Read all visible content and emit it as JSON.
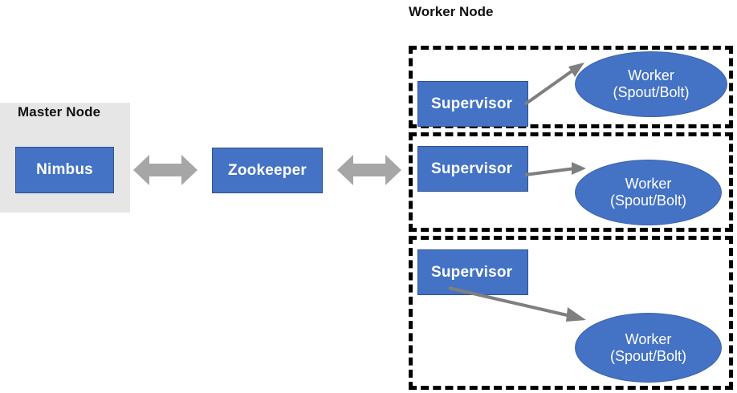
{
  "diagram": {
    "title_master": "Master Node",
    "title_worker": "Worker Node",
    "colors": {
      "box_fill": "#4472C4",
      "box_border": "#2F528F",
      "panel_fill": "#E6E6E6",
      "arrow_gray": "#A6A6A6",
      "connector_gray": "#7F7F7F",
      "dash_border": "#000000",
      "text_on_box": "#FFFFFF",
      "text_label": "#111111"
    },
    "master_node": {
      "label": "Master Node",
      "nodes": [
        {
          "name": "nimbus",
          "label": "Nimbus"
        }
      ]
    },
    "zookeeper": {
      "label": "Zookeeper"
    },
    "links": [
      {
        "name": "nimbus-zookeeper-link",
        "from": "Nimbus",
        "to": "Zookeeper",
        "style": "double-arrow"
      },
      {
        "name": "zookeeper-worker-link",
        "from": "Zookeeper",
        "to": "Worker Node",
        "style": "double-arrow"
      }
    ],
    "worker_nodes": {
      "label": "Worker Node",
      "items": [
        {
          "supervisor_label": "Supervisor",
          "worker_line1": "Worker",
          "worker_line2": "(Spout/Bolt)"
        },
        {
          "supervisor_label": "Supervisor",
          "worker_line1": "Worker",
          "worker_line2": "(Spout/Bolt)"
        },
        {
          "supervisor_label": "Supervisor",
          "worker_line1": "Worker",
          "worker_line2": "(Spout/Bolt)"
        }
      ]
    }
  }
}
